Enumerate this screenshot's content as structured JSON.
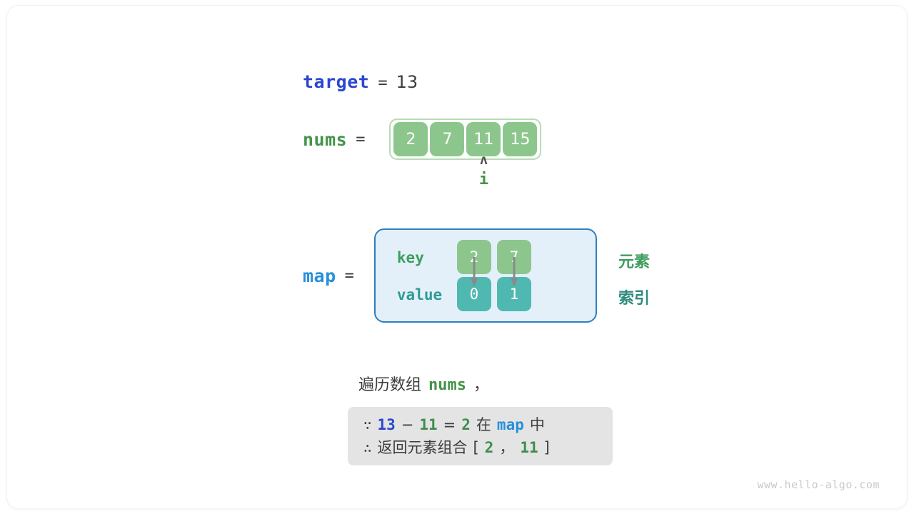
{
  "diagram": {
    "title_vars": {
      "target": {
        "label": "target",
        "equals": "=",
        "value": "13",
        "color": "#2b46d0"
      },
      "nums": {
        "label": "nums",
        "equals": "=",
        "values": [
          "2",
          "7",
          "11",
          "15"
        ],
        "color": "#45934a",
        "cell_color": "#8dc68d",
        "border_color": "#b7dcb4"
      },
      "map": {
        "label": "map",
        "equals": "=",
        "color": "#2790d8",
        "box_border_color": "#2e7fc0",
        "box_fill_color": "#e3f0fa",
        "key_row_label": "key",
        "value_row_label": "value",
        "keys": [
          "2",
          "7"
        ],
        "values": [
          "0",
          "1"
        ],
        "key_cell_color": "#8dc68d",
        "value_cell_color": "#4fb8b0"
      }
    },
    "pointer": {
      "caret": "ʌ",
      "name": "i",
      "index": 2,
      "color": "#45934a"
    },
    "annotations": {
      "element": {
        "text": "元素",
        "color": "#3e9e5e"
      },
      "index": {
        "text": "索引",
        "color": "#2e8b7e"
      }
    },
    "caption": {
      "prefix": "遍历数组",
      "variable": "nums",
      "suffix": "，"
    },
    "conclusion": {
      "line1": {
        "symbol": "∵",
        "a": "13",
        "minus": "−",
        "b": "11",
        "equals": "=",
        "result": "2",
        "middle": "在",
        "container": "map",
        "tail": "中"
      },
      "line2": {
        "symbol": "∴",
        "text": "返回元素组合",
        "open_bracket": "[",
        "v1": "2",
        "comma": "，",
        "v2": "11",
        "close_bracket": "]"
      }
    },
    "watermark": "www.hello-algo.com"
  }
}
